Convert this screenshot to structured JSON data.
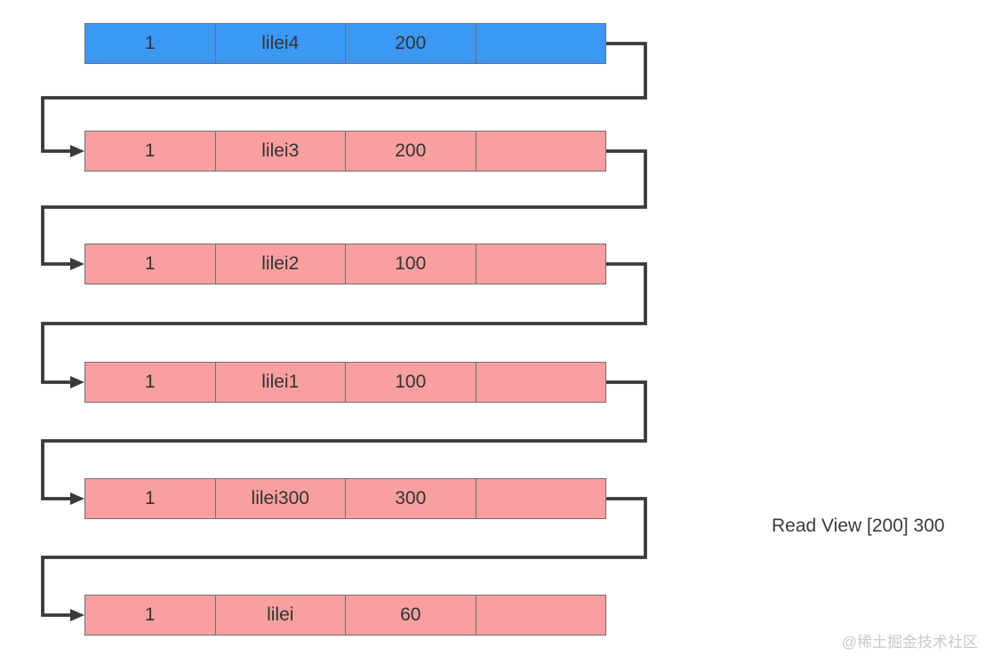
{
  "diagram": {
    "title_semantics": "mvcc-version-chain",
    "read_view_label": "Read View [200] 300",
    "watermark": "@稀土掘金技术社区",
    "colors": {
      "current_row_fill": "#3b98f4",
      "undo_row_fill": "#f99f9f",
      "row_border": "#707070",
      "connector_line": "#3a3a3a",
      "text": "#333333",
      "watermark_text": "#c9c9c9"
    },
    "rows": [
      {
        "variant": "current",
        "cells": [
          "1",
          "lilei4",
          "200",
          ""
        ]
      },
      {
        "variant": "undo",
        "cells": [
          "1",
          "lilei3",
          "200",
          ""
        ]
      },
      {
        "variant": "undo",
        "cells": [
          "1",
          "lilei2",
          "100",
          ""
        ]
      },
      {
        "variant": "undo",
        "cells": [
          "1",
          "lilei1",
          "100",
          ""
        ]
      },
      {
        "variant": "undo",
        "cells": [
          "1",
          "lilei300",
          "300",
          ""
        ]
      },
      {
        "variant": "undo",
        "cells": [
          "1",
          "lilei",
          "60",
          ""
        ]
      }
    ]
  }
}
